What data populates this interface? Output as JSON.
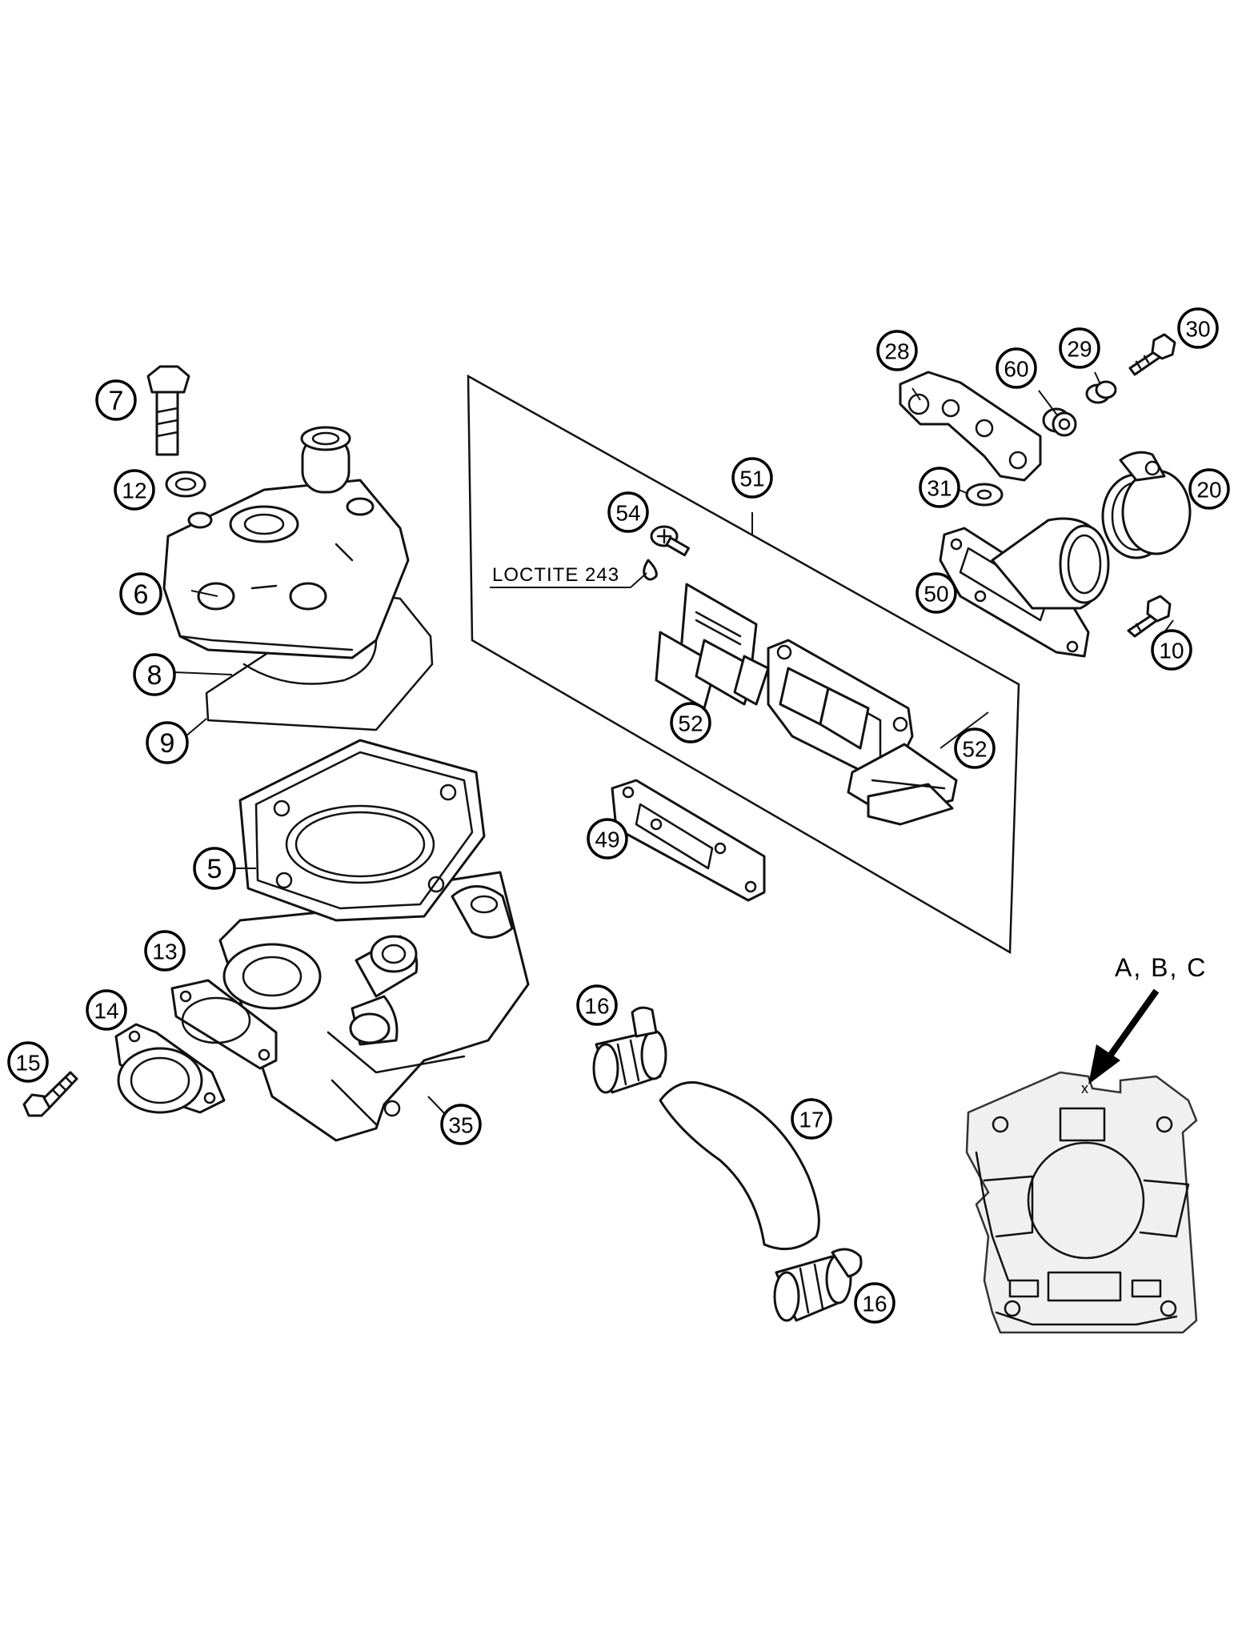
{
  "callouts": {
    "c7": "7",
    "c12": "12",
    "c6": "6",
    "c8": "8",
    "c9": "9",
    "c5": "5",
    "c13": "13",
    "c14": "14",
    "c15": "15",
    "c35": "35",
    "c54": "54",
    "c51": "51",
    "c52a": "52",
    "c52b": "52",
    "c49": "49",
    "c16a": "16",
    "c16b": "16",
    "c17": "17",
    "c28": "28",
    "c60": "60",
    "c29": "29",
    "c30": "30",
    "c31": "31",
    "c20": "20",
    "c50": "50",
    "c10": "10"
  },
  "notes": {
    "loctite": "LOCTITE 243",
    "reference": "A, B, C",
    "mark": "x"
  }
}
